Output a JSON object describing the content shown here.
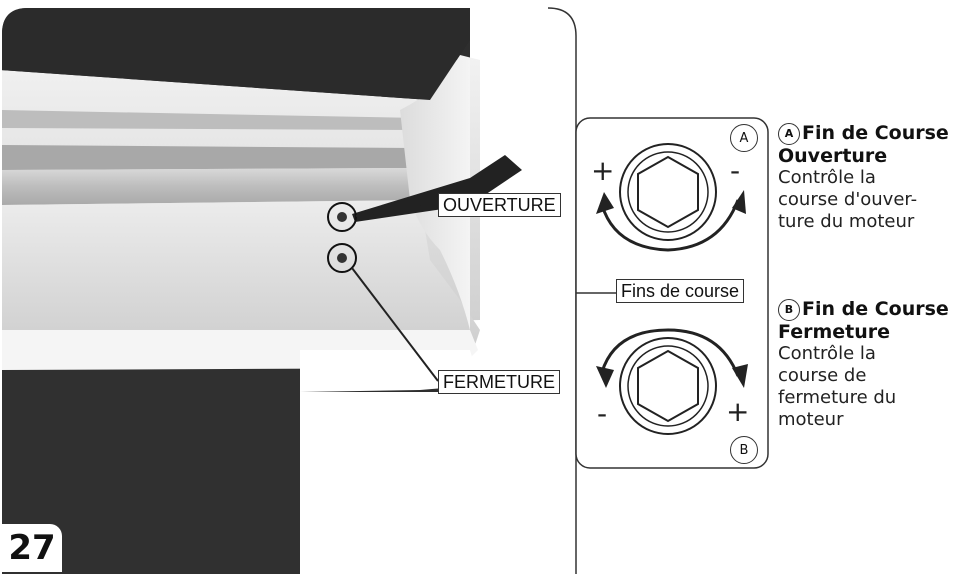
{
  "step_number": "27",
  "labels": {
    "ouverture": "OUVERTURE",
    "fermeture": "FERMETURE",
    "fins_de_course": "Fins de course"
  },
  "panel": {
    "badge_a": "A",
    "badge_b": "B",
    "dial_a": {
      "plus": "+",
      "minus": "-"
    },
    "dial_b": {
      "plus": "+",
      "minus": "-"
    }
  },
  "descriptions": {
    "a": {
      "badge": "A",
      "title_line1": "Fin de Course",
      "title_line2": "Ouverture",
      "body": [
        "Contrôle la",
        "course d'ouver-",
        "ture du moteur"
      ]
    },
    "b": {
      "badge": "B",
      "title_line1": "Fin de Course",
      "title_line2": "Fermeture",
      "body": [
        "Contrôle la",
        "course de",
        "fermeture du",
        "moteur"
      ]
    }
  },
  "colors": {
    "background": "#ffffff",
    "dark_fabric": "#2b2b2b",
    "cassette_light": "#e9e9e9",
    "cassette_mid": "#c9c9c9",
    "outline": "#333333"
  }
}
